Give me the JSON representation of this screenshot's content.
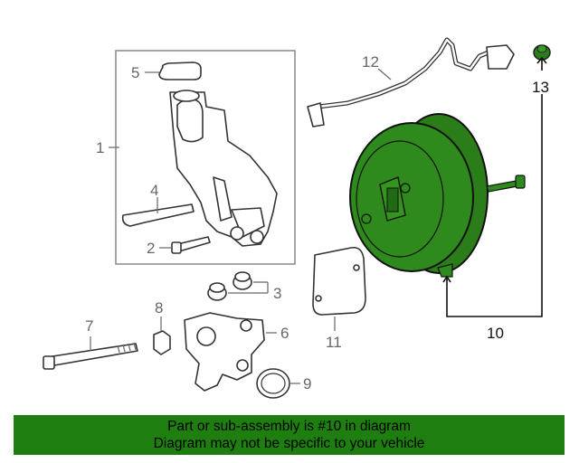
{
  "diagram": {
    "callouts": [
      "1",
      "2",
      "3",
      "4",
      "5",
      "6",
      "7",
      "8",
      "9",
      "10",
      "11",
      "12",
      "13"
    ],
    "highlight_color": "#1e7f10",
    "highlighted_part": "10"
  },
  "banner": {
    "line1": "Part or sub-assembly is #10 in diagram",
    "line2": "Diagram may not be specific to your vehicle"
  }
}
